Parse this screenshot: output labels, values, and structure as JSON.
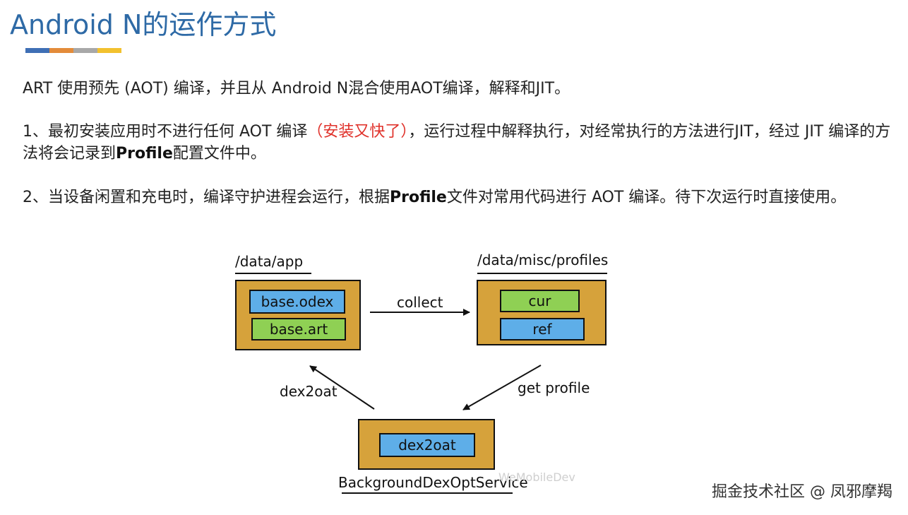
{
  "header": {
    "title": "Android N的运作方式",
    "accent_colors": [
      "#3f6fb5",
      "#e38b3a",
      "#a8a8a8",
      "#f2c12e"
    ]
  },
  "body": {
    "p1": "ART 使用预先 (AOT) 编译，并且从 Android N混合使用AOT编译，解释和JIT。",
    "p2_a": "1、最初安装应用时不进行任何 AOT 编译",
    "p2_red": "（安装又快了）",
    "p2_b": "，运行过程中解释执行，对经常执行的方法进行JIT，经过 JIT 编译的方法将会记录到",
    "p2_bold": "Profile",
    "p2_c": "配置文件中。",
    "p3_a": "2、当设备闲置和充电时，编译守护进程会运行，根据",
    "p3_bold": "Profile",
    "p3_b": "文件对常用代码进行 AOT 编译。待下次运行时直接使用。"
  },
  "diagram": {
    "app_dir": "/data/app",
    "app_items": [
      "base.odex",
      "base.art"
    ],
    "profiles_dir": "/data/misc/profiles",
    "profile_items": [
      "cur",
      "ref"
    ],
    "service_item": "dex2oat",
    "service_name": "BackgroundDexOptService",
    "edge_collect": "collect",
    "edge_get_profile": "get profile",
    "edge_dex2oat": "dex2oat",
    "colors": {
      "box": "#d6a23b",
      "blue_chip": "#5eaee8",
      "green_chip": "#8fd054"
    }
  },
  "watermark": "WeMobileDev",
  "credit": "掘金技术社区 @ 凤邪摩羯"
}
